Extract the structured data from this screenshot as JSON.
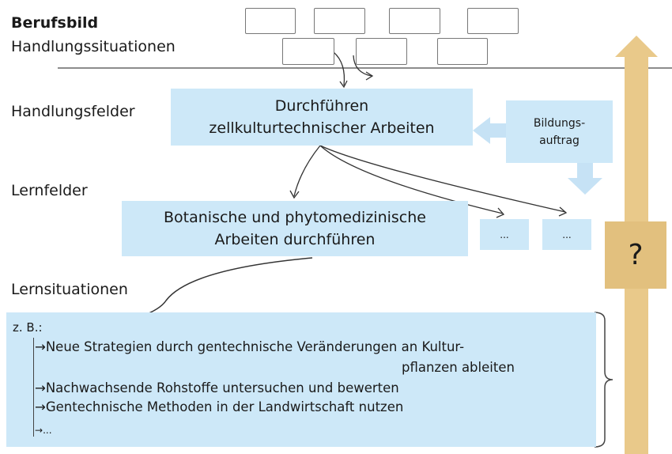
{
  "labels": {
    "berufsbild": "Berufsbild",
    "handlungssituationen": "Handlungssituationen",
    "handlungsfelder": "Handlungsfelder",
    "lernfelder": "Lernfelder",
    "lernsituationen": "Lernsituationen"
  },
  "handlungsfeld": {
    "line1": "Durchführen",
    "line2": "zellkulturtechnischer Arbeiten"
  },
  "bildungsauftrag": {
    "line1": "Bildungs-",
    "line2": "auftrag"
  },
  "lernfeld": {
    "line1": "Botanische und phytomedizinische",
    "line2": "Arbeiten durchführen"
  },
  "lernfeld_more": [
    "...",
    "..."
  ],
  "lernsituationen_box": {
    "intro": "z. B.:",
    "items": [
      "Neue Strategien durch gentechnische Veränderungen an Kultur-",
      "pflanzen ableiten",
      "Nachwachsende Rohstoffe untersuchen und bewerten",
      "Gentechnische Methoden in der Landwirtschaft nutzen",
      "..."
    ]
  },
  "question_mark": "?",
  "colors": {
    "box": "#cde8f8",
    "arrow_light": "#c6e2f5",
    "tan": "#e9c98a"
  }
}
